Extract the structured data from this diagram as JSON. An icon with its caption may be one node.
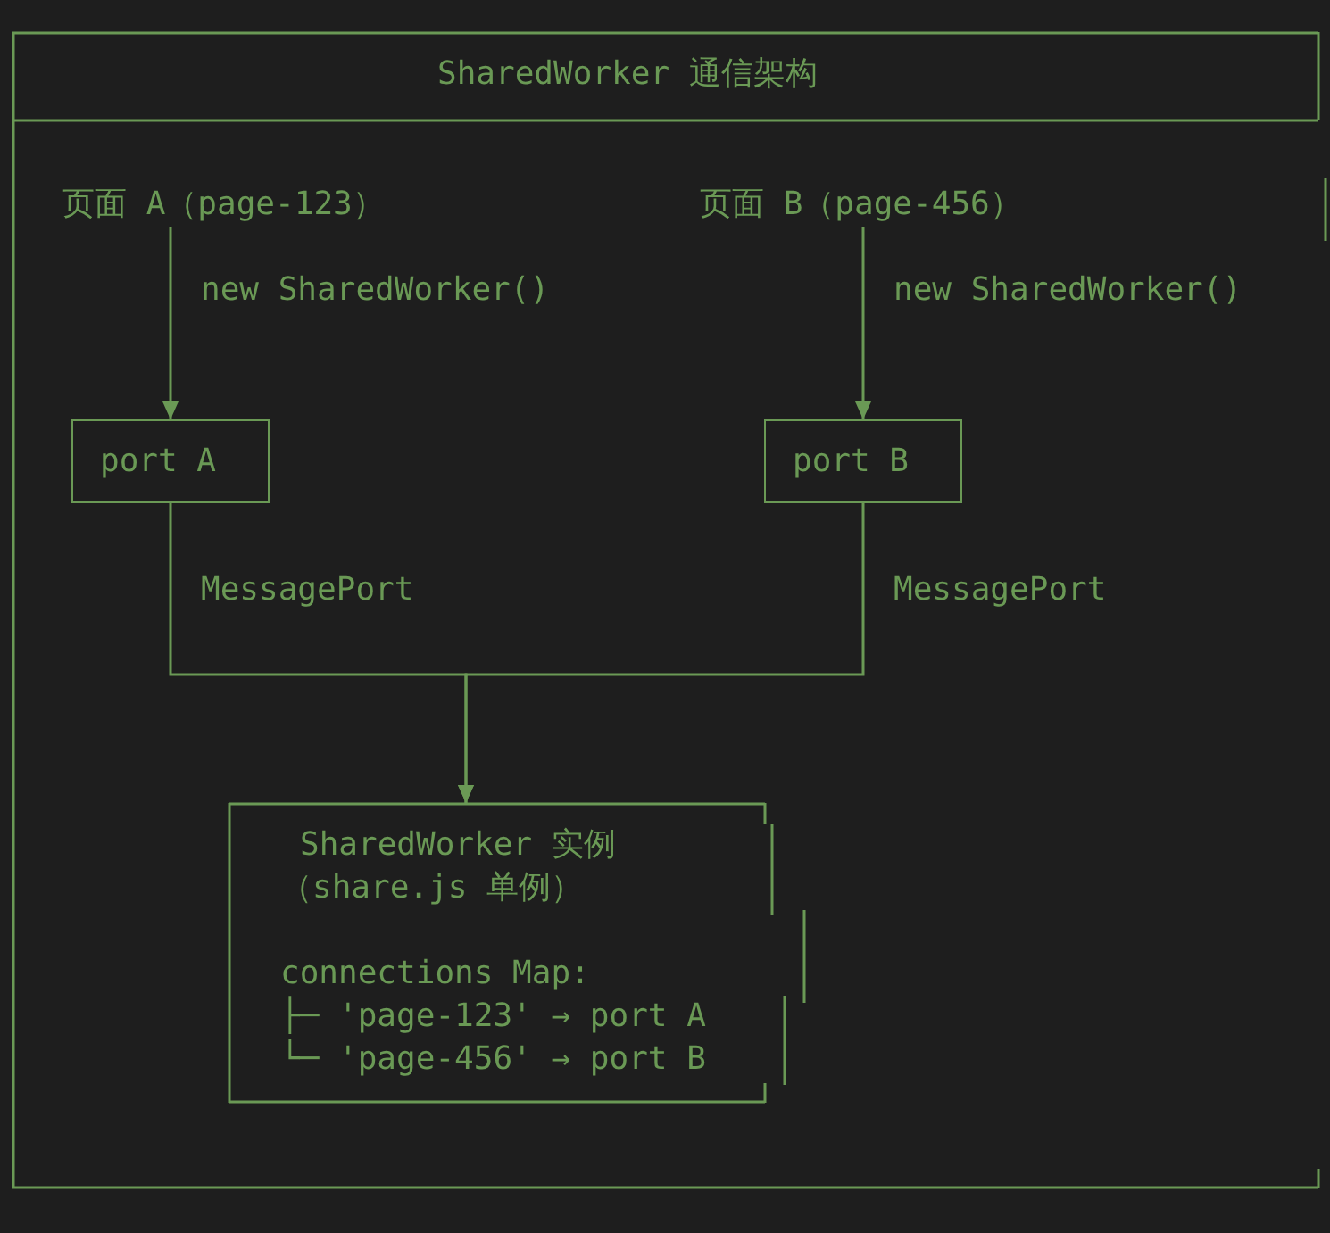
{
  "diagram": {
    "nodes": [
      {
        "text": [
          "SharedWorker 通信架构"
        ]
      },
      {
        "text": [
          "页面 A（page-123）"
        ],
        "in": 0
      },
      {
        "text": [
          "页面 B（page-456）"
        ],
        "in": 0
      },
      {
        "text": [
          "port A"
        ],
        "in": 0
      },
      {
        "text": [
          "port B"
        ],
        "in": 0
      },
      {
        "text": [
          "SharedWorker 实例",
          "（share.js 单例）",
          "connections Map:",
          "├─ 'page-123' → port A",
          "└─ 'page-456' → port B"
        ],
        "in": 0
      }
    ],
    "edges": [
      {
        "from": 1,
        "to": 3,
        "arrow": "to",
        "label": "new SharedWorker()"
      },
      {
        "from": 2,
        "to": 4,
        "arrow": "to",
        "label": "new SharedWorker()"
      },
      {
        "from": 3,
        "to": 5,
        "arrow": "to",
        "label": "MessagePort"
      },
      {
        "from": 4,
        "to": 5,
        "arrow": "to",
        "label": "MessagePort"
      }
    ]
  }
}
